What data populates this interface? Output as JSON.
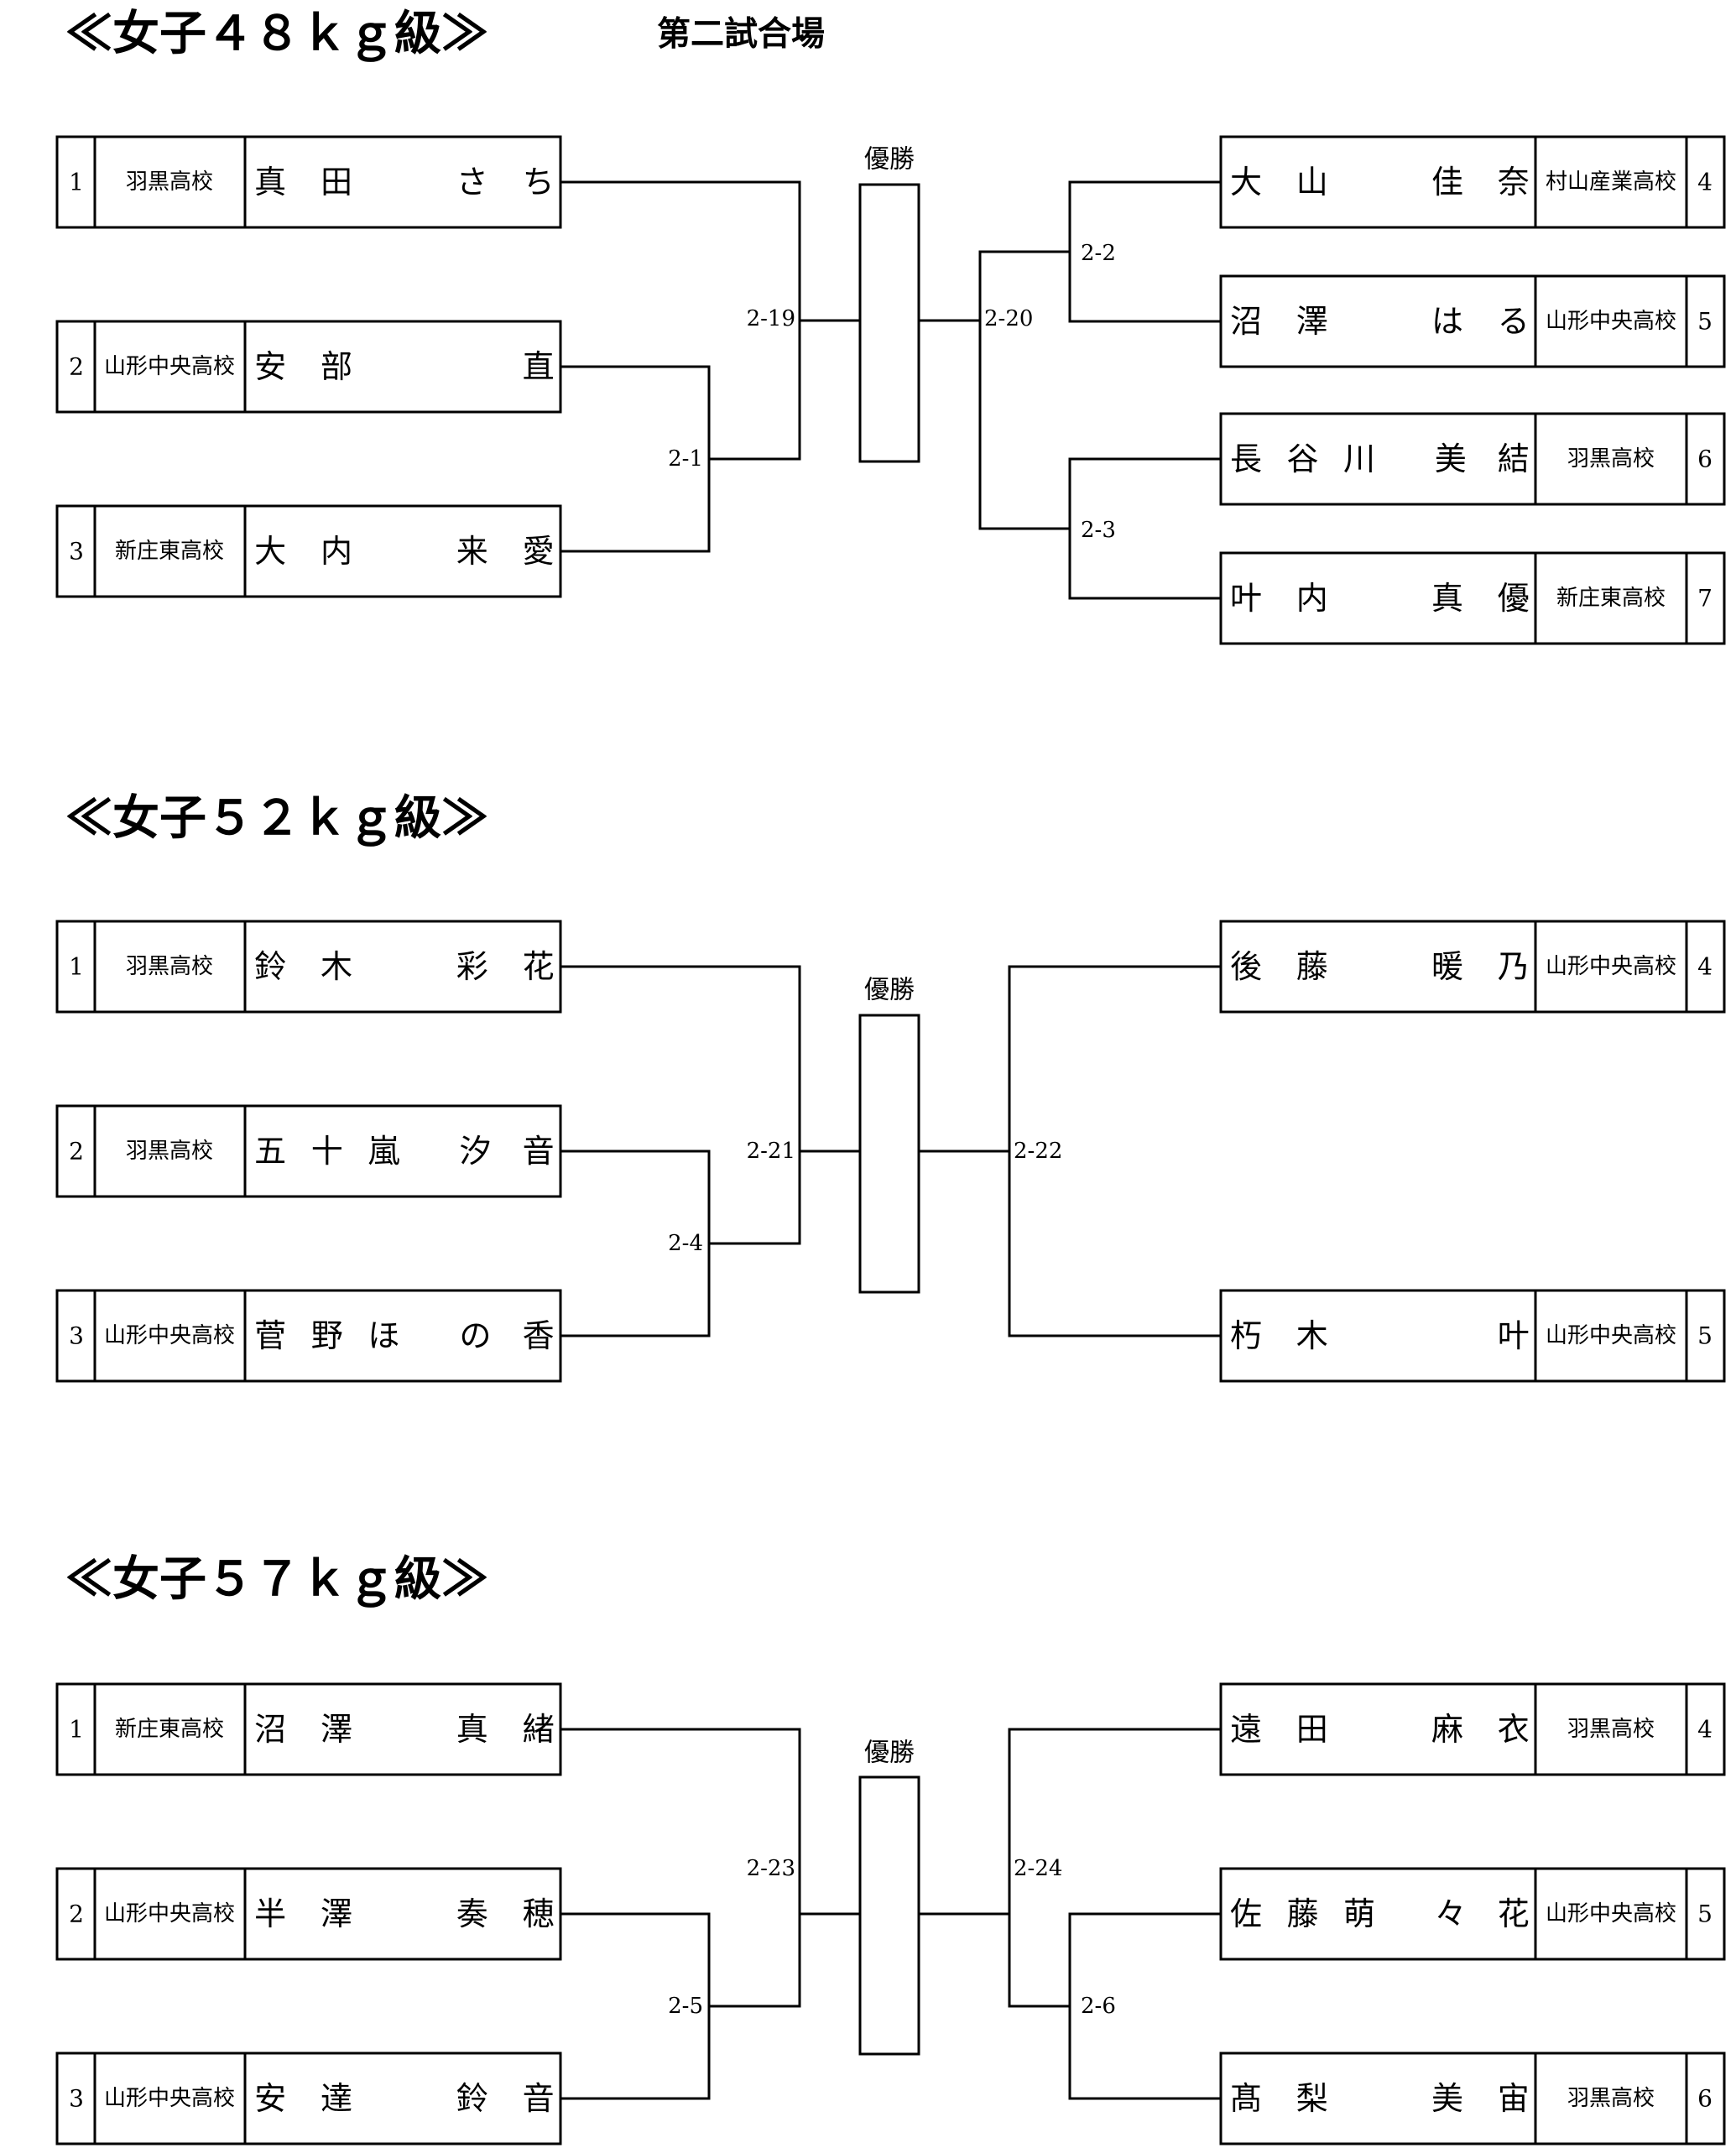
{
  "winner_label": "優勝",
  "sections": [
    {
      "title": "≪女子４８ｋｇ級≫",
      "venue": "第二試合場",
      "left": [
        {
          "seed": "1",
          "school": "羽黒高校",
          "name": [
            "真",
            "田",
            "さ",
            "ち"
          ]
        },
        {
          "seed": "2",
          "school": "山形中央高校",
          "name": [
            "安",
            "部",
            "",
            "直"
          ]
        },
        {
          "seed": "3",
          "school": "新庄東高校",
          "name": [
            "大",
            "内",
            "来",
            "愛"
          ]
        }
      ],
      "right": [
        {
          "seed": "4",
          "school": "村山産業高校",
          "name": [
            "大",
            "山",
            "佳",
            "奈"
          ]
        },
        {
          "seed": "5",
          "school": "山形中央高校",
          "name": [
            "沼",
            "澤",
            "は",
            "る"
          ]
        },
        {
          "seed": "6",
          "school": "羽黒高校",
          "name": [
            "長",
            "谷",
            "川",
            "美",
            "結"
          ]
        },
        {
          "seed": "7",
          "school": "新庄東高校",
          "name": [
            "叶",
            "内",
            "真",
            "優"
          ]
        }
      ],
      "matches": {
        "left_first": "2-1",
        "left_final": "2-19",
        "right_a": "2-2",
        "right_b": "2-3",
        "right_final": "2-20"
      }
    },
    {
      "title": "≪女子５２ｋｇ級≫",
      "venue": "",
      "left": [
        {
          "seed": "1",
          "school": "羽黒高校",
          "name": [
            "鈴",
            "木",
            "彩",
            "花"
          ]
        },
        {
          "seed": "2",
          "school": "羽黒高校",
          "name": [
            "五",
            "十",
            "嵐",
            "汐",
            "音"
          ]
        },
        {
          "seed": "3",
          "school": "山形中央高校",
          "name": [
            "菅",
            "野",
            "ほ",
            "の",
            "香"
          ]
        }
      ],
      "right": [
        {
          "seed": "4",
          "school": "山形中央高校",
          "name": [
            "後",
            "藤",
            "暖",
            "乃"
          ]
        },
        {
          "seed": "5",
          "school": "山形中央高校",
          "name": [
            "朽",
            "木",
            "",
            "叶"
          ]
        }
      ],
      "matches": {
        "left_first": "2-4",
        "left_final": "2-21",
        "right_final": "2-22"
      }
    },
    {
      "title": "≪女子５７ｋｇ級≫",
      "venue": "",
      "left": [
        {
          "seed": "1",
          "school": "新庄東高校",
          "name": [
            "沼",
            "澤",
            "真",
            "緒"
          ]
        },
        {
          "seed": "2",
          "school": "山形中央高校",
          "name": [
            "半",
            "澤",
            "奏",
            "穂"
          ]
        },
        {
          "seed": "3",
          "school": "山形中央高校",
          "name": [
            "安",
            "達",
            "鈴",
            "音"
          ]
        }
      ],
      "right": [
        {
          "seed": "4",
          "school": "羽黒高校",
          "name": [
            "遠",
            "田",
            "麻",
            "衣"
          ]
        },
        {
          "seed": "5",
          "school": "山形中央高校",
          "name": [
            "佐",
            "藤",
            "萌",
            "々",
            "花"
          ]
        },
        {
          "seed": "6",
          "school": "羽黒高校",
          "name": [
            "髙",
            "梨",
            "美",
            "宙"
          ]
        }
      ],
      "matches": {
        "left_first": "2-5",
        "left_final": "2-23",
        "right_first": "2-6",
        "right_final": "2-24"
      }
    }
  ]
}
